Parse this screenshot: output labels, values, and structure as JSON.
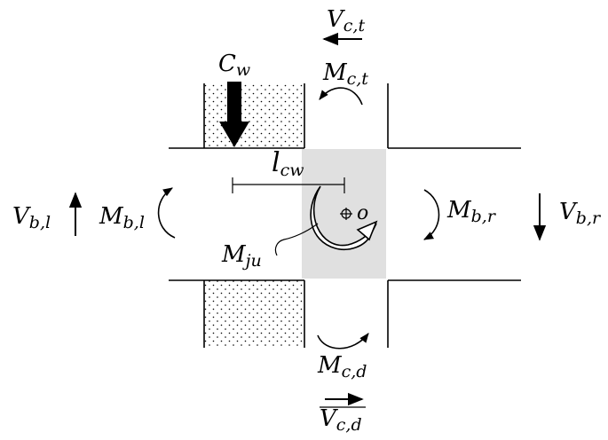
{
  "labels": {
    "cw_main": "C",
    "cw_sub": "w",
    "lcw_main": "l",
    "lcw_sub": "cw",
    "vct_main": "V",
    "vct_sub": "c,t",
    "mct_main": "M",
    "mct_sub": "c,t",
    "vbl_main": "V",
    "vbl_sub": "b,l",
    "mbl_main": "M",
    "mbl_sub": "b,l",
    "mbr_main": "M",
    "mbr_sub": "b,r",
    "vbr_main": "V",
    "vbr_sub": "b,r",
    "mju_main": "M",
    "mju_sub": "ju",
    "o": "o",
    "mcd_main": "M",
    "mcd_sub": "c,d",
    "vcd_main": "V",
    "vcd_sub": "c,d"
  },
  "colors": {
    "stroke": "#000000",
    "panel_zone_fill": "#e0e0e0",
    "background": "#ffffff"
  },
  "icons": {
    "wall_hatch": "dot-pattern",
    "moment_arrows": "curved-arrow",
    "force_arrows": "straight-arrow"
  }
}
